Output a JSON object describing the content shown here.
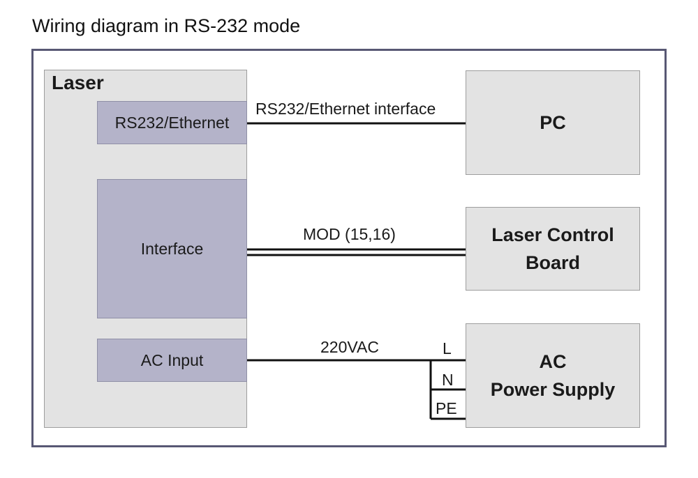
{
  "title": "Wiring diagram in RS-232 mode",
  "laser": {
    "label": "Laser",
    "ports": {
      "rs232": "RS232/Ethernet",
      "interface": "Interface",
      "ac_input": "AC Input"
    }
  },
  "devices": {
    "pc": "PC",
    "control_board_line1": "Laser Control",
    "control_board_line2": "Board",
    "power_line1": "AC",
    "power_line2": "Power Supply"
  },
  "connections": {
    "rs232": "RS232/Ethernet interface",
    "mod": "MOD (15,16)",
    "ac": "220VAC"
  },
  "terminals": [
    "L",
    "N",
    "PE"
  ],
  "colors": {
    "frame": "#585874",
    "laser_box": "#e3e3e3",
    "port_box": "#b4b3c9",
    "device_box": "#e3e3e3",
    "wire": "#111111"
  }
}
